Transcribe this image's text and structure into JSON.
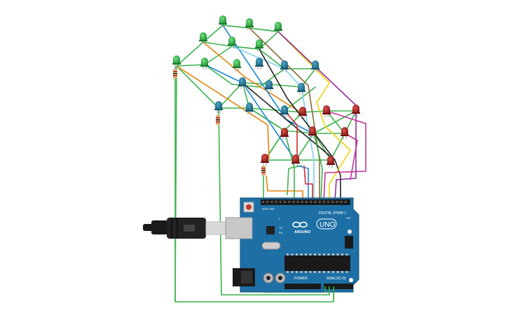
{
  "board": {
    "name": "UNO",
    "brand": "ARDUINO",
    "digital_label": "DIGITAL (PWM~)",
    "power_label": "POWER",
    "analog_label": "ANALOG IN",
    "aref_label": "AREF",
    "gnd_label": "GND",
    "tx_label": "TX",
    "rx_label": "RX",
    "on_label": "ON",
    "l_label": "L"
  },
  "colors": {
    "board": "#1d6fa5",
    "board_edge": "#0f4f7d",
    "led_green": "#1e9a3a",
    "led_blue": "#1f6e8c",
    "led_red": "#9b1a1a",
    "wire_green": "#3cb44b",
    "wire_orange": "#e8820c",
    "wire_yellow": "#f2d20a",
    "wire_purple": "#8e2c9e",
    "wire_magenta": "#c2349a",
    "wire_blue": "#1e88d9",
    "wire_cyan": "#7fd3e8",
    "wire_black": "#222222",
    "wire_brown": "#8a6a3a",
    "wire_red": "#d62828"
  },
  "icons": [
    "usb-cable-icon",
    "power-jack-icon",
    "reset-button-icon",
    "chip-icon",
    "led-icon",
    "resistor-icon"
  ]
}
